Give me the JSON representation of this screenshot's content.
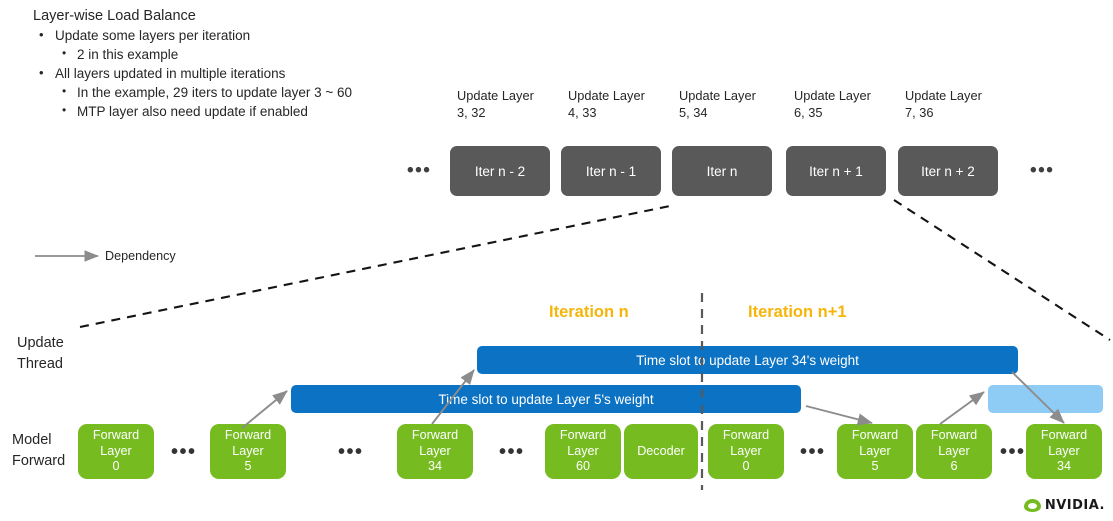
{
  "notes": {
    "title": "Layer-wise Load Balance",
    "bullets": [
      {
        "level": 1,
        "text": "Update some layers per iteration"
      },
      {
        "level": 2,
        "text": "2 in this example"
      },
      {
        "level": 1,
        "text": "All layers updated in multiple iterations"
      },
      {
        "level": 2,
        "text": "In the example, 29 iters to update layer 3 ~ 60"
      },
      {
        "level": 2,
        "text": "MTP layer also need update if enabled"
      }
    ]
  },
  "timeline": {
    "captions": [
      {
        "line1": "Update Layer",
        "line2": "3, 32"
      },
      {
        "line1": "Update Layer",
        "line2": "4, 33"
      },
      {
        "line1": "Update Layer",
        "line2": "5, 34"
      },
      {
        "line1": "Update Layer",
        "line2": "6, 35"
      },
      {
        "line1": "Update Layer",
        "line2": "7, 36"
      }
    ],
    "leading_ellipsis": "•••",
    "trailing_ellipsis": "•••",
    "iterations": [
      {
        "label": "Iter n - 2"
      },
      {
        "label": "Iter n - 1"
      },
      {
        "label": "Iter n"
      },
      {
        "label": "Iter n + 1"
      },
      {
        "label": "Iter n + 2"
      }
    ]
  },
  "legend": {
    "dependency_label": "Dependency"
  },
  "rows": {
    "update_thread_line1": "Update",
    "update_thread_line2": "Thread",
    "model_forward_line1": "Model",
    "model_forward_line2": "Forward"
  },
  "iteration_headers": [
    {
      "label": "Iteration n"
    },
    {
      "label": "Iteration n+1"
    }
  ],
  "time_slots": [
    {
      "label": "Time slot to update Layer 34's weight"
    },
    {
      "label": "Time slot to update Layer 5's weight"
    },
    {
      "label": ""
    }
  ],
  "forward_boxes": [
    {
      "line1": "Forward",
      "line2": "Layer",
      "line3": "0"
    },
    {
      "line1": "Forward",
      "line2": "Layer",
      "line3": "5"
    },
    {
      "line1": "Forward",
      "line2": "Layer",
      "line3": "34"
    },
    {
      "line1": "Forward",
      "line2": "Layer",
      "line3": "60"
    },
    {
      "line1": "Decoder",
      "line2": "",
      "line3": ""
    },
    {
      "line1": "Forward",
      "line2": "Layer",
      "line3": "0"
    },
    {
      "line1": "Forward",
      "line2": "Layer",
      "line3": "5"
    },
    {
      "line1": "Forward",
      "line2": "Layer",
      "line3": "6"
    },
    {
      "line1": "Forward",
      "line2": "Layer",
      "line3": "34"
    }
  ],
  "forward_ellipses": [
    "•••",
    "•••",
    "•••",
    "•••",
    "•••"
  ],
  "branding": {
    "name": "NVIDIA."
  },
  "colors": {
    "green": "#76bc21",
    "blue": "#0b72c4",
    "light_blue": "#8ecbf5",
    "iteration_box": "#595959",
    "accent_amber": "#f5b50a",
    "arrow_gray": "#8c8c8c"
  }
}
